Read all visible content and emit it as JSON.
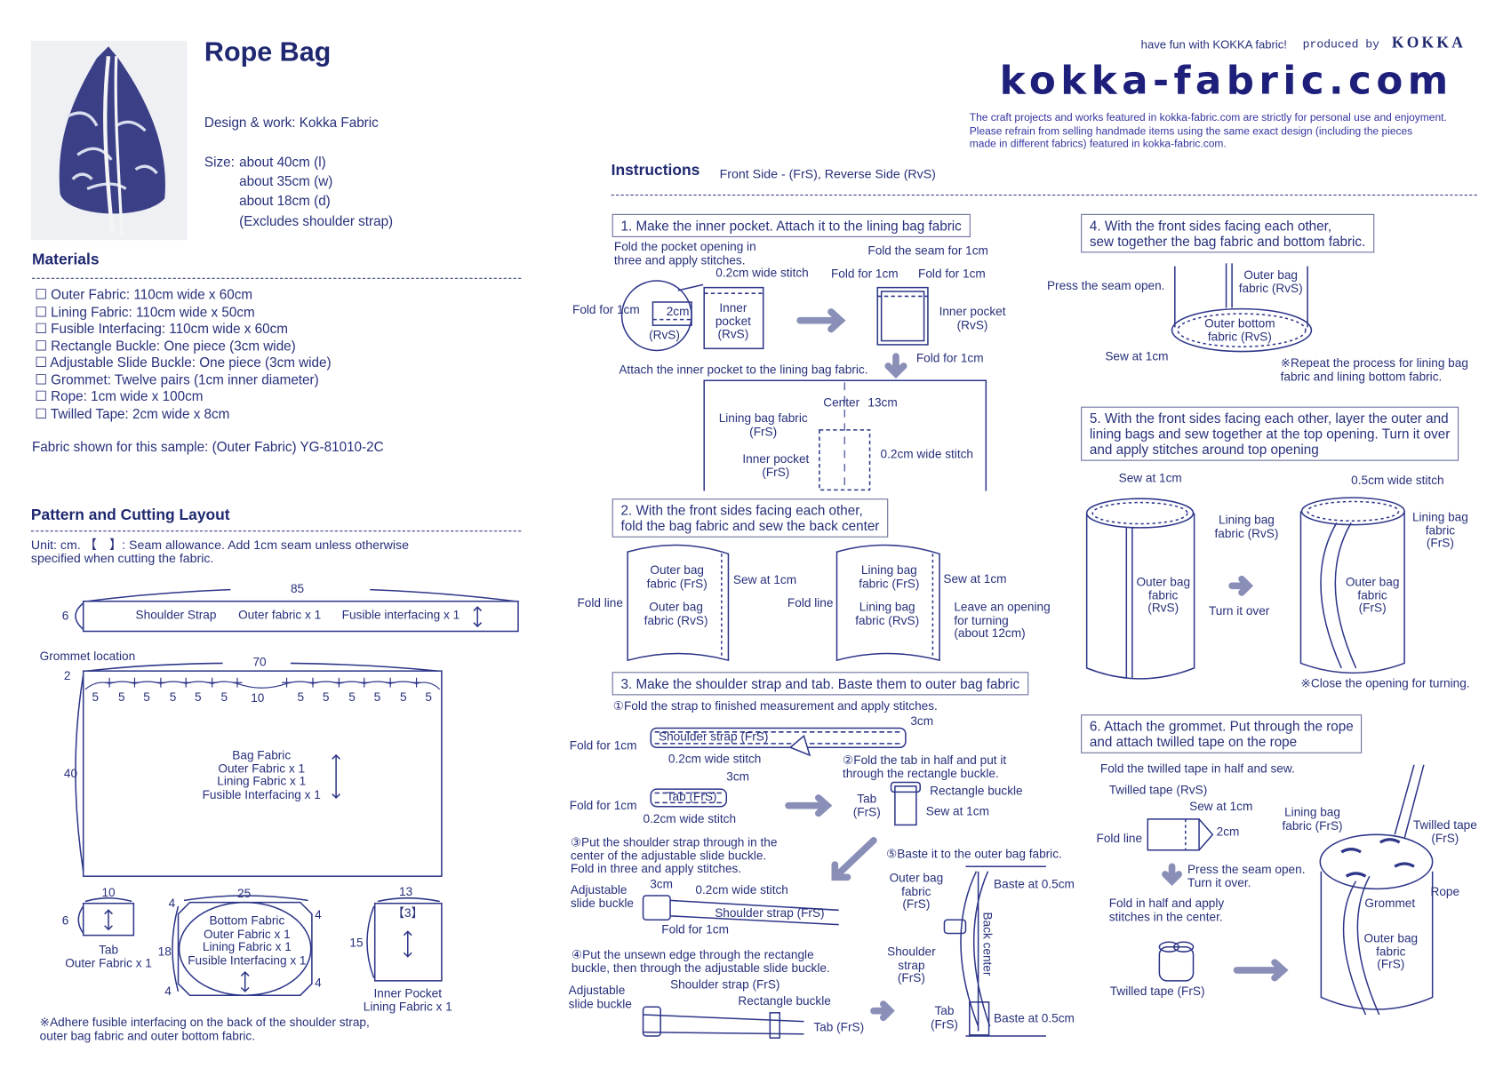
{
  "header": {
    "title": "Rope Bag",
    "design": "Design & work: Kokka Fabric",
    "size_label": "Size:",
    "size": [
      "about 40cm (l)",
      "about 35cm (w)",
      "about 18cm (d)",
      "(Excludes shoulder strap)"
    ],
    "tagline": "have fun with KOKKA fabric!",
    "produced_by": "produced by",
    "brand": "KOKKA",
    "site": "kokka-fabric.com",
    "disclaimer": "The craft projects and works featured in kokka-fabric.com are strictly for personal use and enjoyment.\nPlease refrain from selling handmade items using the same exact design (including the pieces\nmade in different fabrics) featured in kokka-fabric.com."
  },
  "colors": {
    "text": "#27307a",
    "arrow": "#8a8fb8",
    "line": "#2d3688"
  },
  "materials": {
    "title": "Materials",
    "items": [
      "Outer Fabric: 110cm wide x 60cm",
      "Lining Fabric: 110cm wide x 50cm",
      "Fusible Interfacing: 110cm wide x 60cm",
      "Rectangle Buckle: One piece (3cm wide)",
      "Adjustable Slide Buckle: One piece (3cm wide)",
      "Grommet: Twelve pairs (1cm inner diameter)",
      "Rope: 1cm wide x 100cm",
      "Twilled Tape: 2cm wide x 8cm"
    ],
    "sample": "Fabric shown for this sample:  (Outer Fabric) YG-81010-2C"
  },
  "pattern": {
    "title": "Pattern and Cutting Layout",
    "unit": "Unit: cm. 【　】: Seam allowance. Add 1cm seam unless otherwise\nspecified when cutting the fabric.",
    "strap": {
      "width": "85",
      "height": "6",
      "name": "Shoulder Strap",
      "outer": "Outer fabric x 1",
      "fusible": "Fusible interfacing x 1"
    },
    "bag": {
      "grommet": "Grommet location",
      "width": "70",
      "top": "2",
      "height": "40",
      "spacing": [
        "5",
        "5",
        "5",
        "5",
        "5",
        "5",
        "10",
        "5",
        "5",
        "5",
        "5",
        "5",
        "5"
      ],
      "label": "Bag Fabric\nOuter Fabric x 1\nLining Fabric x 1\nFusible Interfacing x 1"
    },
    "tab": {
      "width": "10",
      "height": "6",
      "label": "Tab\nOuter Fabric x 1"
    },
    "bottom": {
      "width": "25",
      "height": "18",
      "corner": "4",
      "label": "Bottom Fabric\nOuter Fabric x 1\nLining Fabric x 1\nFusible Interfacing x 1"
    },
    "pocket": {
      "width": "13",
      "height": "15",
      "seam": "【3】",
      "label": "Inner Pocket\nLining Fabric x 1"
    },
    "note": "※Adhere fusible interfacing on the back of the shoulder strap,\nouter bag fabric and outer bottom fabric."
  },
  "instructions": {
    "title": "Instructions",
    "legend": "Front Side - (FrS), Reverse Side (RvS)",
    "s1": {
      "title": "1. Make the inner pocket. Attach it to the lining bag fabric",
      "l": [
        "Fold the pocket opening in\nthree and apply stitches.",
        "Fold the seam for 1cm",
        "0.2cm wide stitch",
        "Fold for 1cm",
        "Fold for 1cm",
        "Fold for 1cm",
        "2cm",
        "(RvS)",
        "Inner\npocket\n(RvS)",
        "Inner pocket\n(RvS)",
        "Fold for 1cm",
        "Attach the inner pocket to the lining bag fabric.",
        "Center",
        "13cm",
        "Lining bag fabric\n(FrS)",
        "Inner pocket\n(FrS)",
        "0.2cm wide stitch"
      ]
    },
    "s2": {
      "title": "2. With the front sides facing each other,\nfold the bag fabric and sew the back center",
      "l": [
        "Outer bag\nfabric (FrS)",
        "Sew at 1cm",
        "Fold line",
        "Outer bag\nfabric (RvS)",
        "Lining bag\nfabric (FrS)",
        "Sew at 1cm",
        "Fold line",
        "Lining bag\nfabric (RvS)",
        "Leave an opening\nfor turning\n(about 12cm)"
      ]
    },
    "s3": {
      "title": "3. Make the shoulder strap and tab. Baste them to outer bag fabric",
      "l": [
        "①Fold the strap to finished measurement and apply stitches.",
        "Shoulder strap (FrS)",
        "Fold for 1cm",
        "3cm",
        "0.2cm wide stitch",
        "②Fold the tab in half and put it\nthrough the rectangle buckle.",
        "3cm",
        "Tab (FrS)",
        "Fold for 1cm",
        "0.2cm wide stitch",
        "Rectangle buckle",
        "Tab\n(FrS)",
        "Sew at 1cm",
        "③Put the shoulder strap through in the\ncenter of the adjustable slide buckle.\nFold in three and apply stitches.",
        "Adjustable\nslide buckle",
        "3cm",
        "0.2cm wide stitch",
        "Shoulder strap (FrS)",
        "Fold for 1cm",
        "④Put the unsewn edge through the rectangle\nbuckle, then through the adjustable slide buckle.",
        "Adjustable\nslide buckle",
        "Shoulder strap (FrS)",
        "Rectangle buckle",
        "Tab (FrS)",
        "⑤Baste it to the outer bag fabric.",
        "Outer bag\nfabric\n(FrS)",
        "Baste at 0.5cm",
        "Back center",
        "Shoulder\nstrap\n(FrS)",
        "Tab\n(FrS)",
        "Baste at 0.5cm"
      ]
    },
    "s4": {
      "title": "4. With the front sides facing each other,\nsew together the bag fabric and bottom fabric.",
      "l": [
        "Press the seam open.",
        "Outer bag\nfabric (RvS)",
        "Outer bottom\nfabric (RvS)",
        "Sew at 1cm",
        "※Repeat the process for lining bag\nfabric and lining bottom fabric."
      ]
    },
    "s5": {
      "title": "5. With the front sides facing each other, layer the outer and\nlining bags and sew together at the top opening. Turn it over\nand apply stitches around top opening",
      "l": [
        "Sew at 1cm",
        "0.5cm wide stitch",
        "Lining bag\nfabric (RvS)",
        "Outer bag\nfabric\n(RvS)",
        "Turn it over",
        "Lining bag\nfabric\n(FrS)",
        "Outer bag\nfabric\n(FrS)",
        "※Close the opening for turning."
      ]
    },
    "s6": {
      "title": "6. Attach the grommet. Put through the rope\nand attach twilled tape on the rope",
      "l": [
        "Fold the twilled tape in half and sew.",
        "Twilled tape (RvS)",
        "Sew at 1cm",
        "Fold line",
        "2cm",
        "Press the seam open.\nTurn it over.",
        "Fold in half and apply\nstitches in the center.",
        "Twilled tape (FrS)",
        "Lining bag\nfabric (FrS)",
        "Twilled tape\n(FrS)",
        "Rope",
        "Grommet",
        "Outer bag\nfabric\n(FrS)"
      ]
    }
  }
}
